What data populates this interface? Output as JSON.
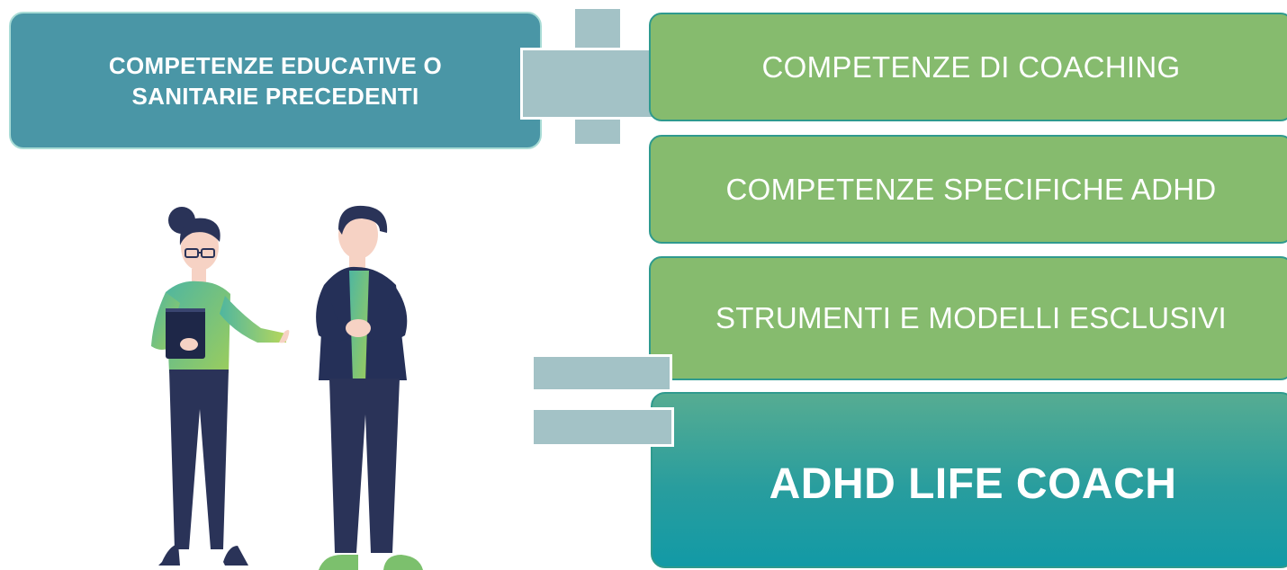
{
  "diagram": {
    "prior_skills": "COMPETENZE EDUCATIVE O\nSANITARIE PRECEDENTI",
    "components": [
      "COMPETENZE DI COACHING",
      "COMPETENZE SPECIFICHE ADHD",
      "STRUMENTI E MODELLI ESCLUSIVI"
    ],
    "result": "ADHD LIFE COACH",
    "operators": {
      "plus": "plus-icon",
      "equals": "equals-icon"
    }
  },
  "colors": {
    "prior_box": "#4a96a6",
    "component_box": "#86bb6e",
    "result_top": "#56ac92",
    "result_bottom": "#129aa6",
    "operator": "#a3c2c6",
    "figure_navy": "#2a3358",
    "figure_green": "#7cc06d"
  }
}
